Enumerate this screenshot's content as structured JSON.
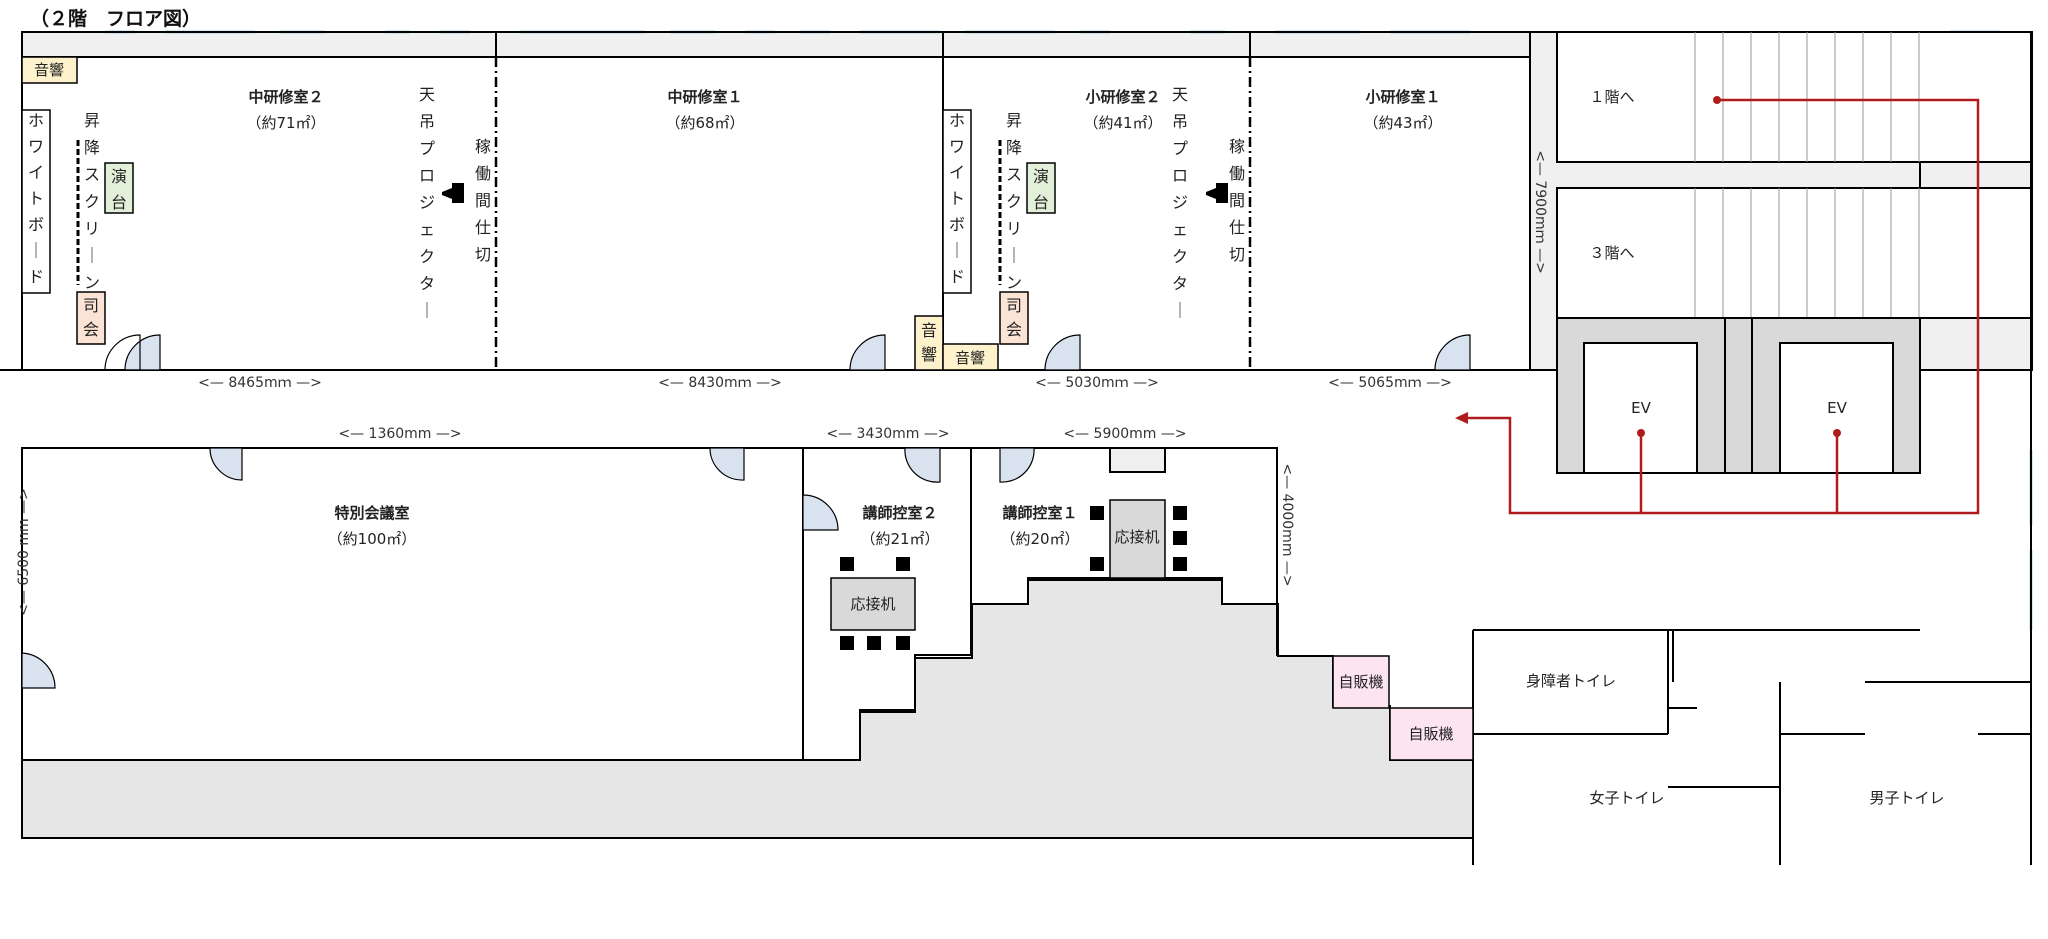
{
  "title": "（２階　フロア図）",
  "rooms": {
    "medium2": {
      "name": "中研修室２",
      "area": "（約71㎡）"
    },
    "medium1": {
      "name": "中研修室１",
      "area": "（約68㎡）"
    },
    "small2": {
      "name": "小研修室２",
      "area": "（約41㎡）"
    },
    "small1": {
      "name": "小研修室１",
      "area": "（約43㎡）"
    },
    "special": {
      "name": "特別会議室",
      "area": "（約100㎡）"
    },
    "lecturer2": {
      "name": "講師控室２",
      "area": "（約21㎡）"
    },
    "lecturer1": {
      "name": "講師控室１",
      "area": "（約20㎡）"
    }
  },
  "fixtures": {
    "sound": "音響",
    "whiteboard": "ホワイトボード",
    "screen": "昇降スクリーン",
    "podium": "演台",
    "mc": "司会",
    "projector": "天吊プロジェクター",
    "partition": "稼働間仕切",
    "reception_table": "応接机",
    "vending": "自販機"
  },
  "dimensions": {
    "medium2_width": "<— 8465mｍ —>",
    "medium1_width": "<— 8430mｍ —>",
    "small2_width": "<— 5030mｍ —>",
    "small1_width": "<— 5065mｍ —>",
    "special_width": "<— 1360mm —>",
    "lecturer2_width": "<— 3430mm —>",
    "lecturer1_width": "<— 5900mm —>",
    "special_depth": "<— 6500 mm —>",
    "lecturer_depth": "<— 4000mm —>",
    "room_depth": "<— 7900mｍ —>"
  },
  "stairs": {
    "to_first": "１階へ",
    "to_third": "３階へ"
  },
  "elevators": {
    "left": "EV",
    "right": "EV"
  },
  "toilets": {
    "accessible": "身障者トイレ",
    "women": "女子トイレ",
    "men": "男子トイレ"
  },
  "colors": {
    "wall": "#000000",
    "corridor": "#e6e6e6",
    "elevator_core": "#d9d9d9",
    "route": "#b01c1c",
    "sound_fill": "#fdf2cc",
    "podium_fill": "#e2efd9",
    "mc_fill": "#fbe4d5",
    "vending_fill": "#fce4f0",
    "door_fill": "#d9e2ef",
    "window": "#9fd6e0"
  }
}
